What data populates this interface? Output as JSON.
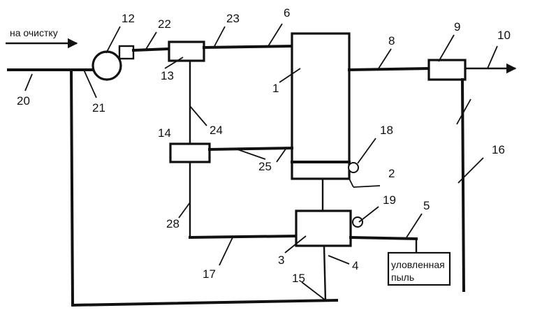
{
  "diagram": {
    "caption_cleaning": "на очистку",
    "caption_dust_line1": "уловленная",
    "caption_dust_line2": "пыль",
    "labels": {
      "n1": "1",
      "n2": "2",
      "n3": "3",
      "n4": "4",
      "n5": "5",
      "n6": "6",
      "n8": "8",
      "n9": "9",
      "n10": "10",
      "n12": "12",
      "n13": "13",
      "n14": "14",
      "n15": "15",
      "n16": "16",
      "n17": "17",
      "n18": "18",
      "n19": "19",
      "n20": "20",
      "n21": "21",
      "n22": "22",
      "n23": "23",
      "n24": "24",
      "n25": "25",
      "n28": "28"
    }
  }
}
